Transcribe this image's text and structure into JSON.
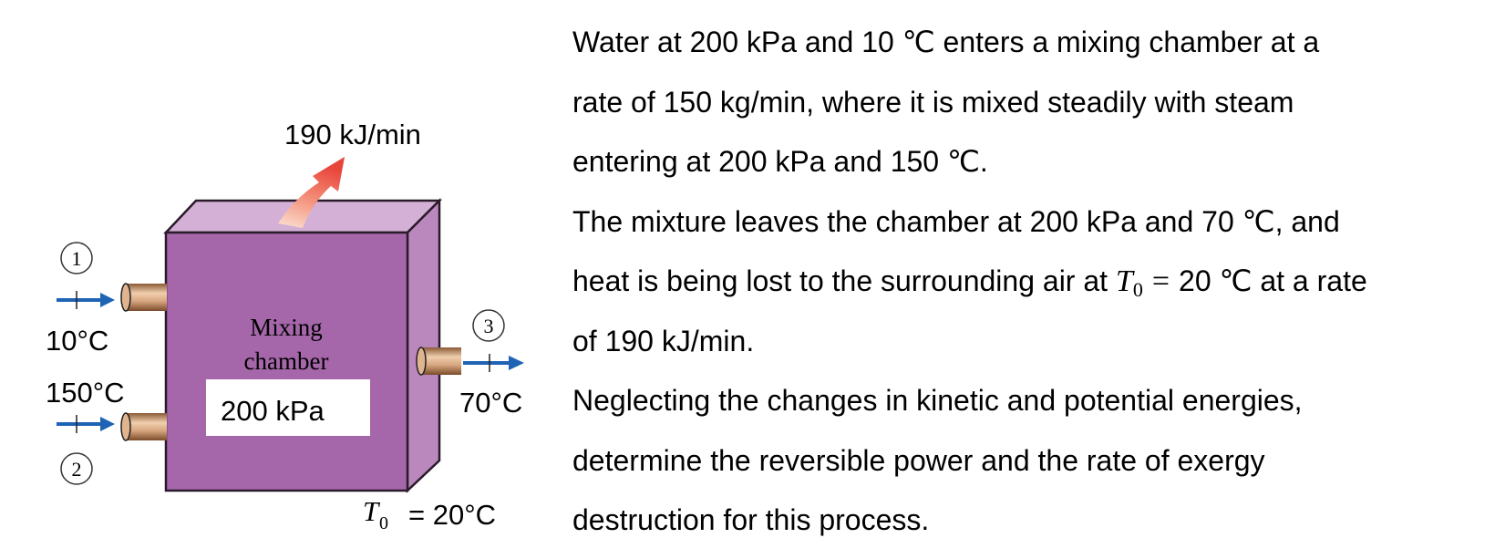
{
  "diagram": {
    "heat_rate": "190 kJ/min",
    "chamber_label_1": "Mixing",
    "chamber_label_2": "chamber",
    "pressure": "200 kPa",
    "inlet1": {
      "number": "1",
      "temperature": "10°C"
    },
    "inlet2": {
      "number": "2",
      "temperature": "150°C"
    },
    "outlet3": {
      "number": "3",
      "temperature": "70°C"
    },
    "ambient": {
      "symbol": "T",
      "subscript": "0",
      "value": "= 20°C"
    },
    "colors": {
      "chamber_front": "#a566aa",
      "chamber_top": "#d4b0d6",
      "chamber_side": "#bb88be",
      "flow_arrow": "#1f63b5",
      "heat_arrow": "#e8453b",
      "pipe": "#c8956e"
    }
  },
  "problem": {
    "line1": "Water at 200 kPa and 10 ℃ enters a mixing chamber at a",
    "line2": "rate of 150 kg/min, where it is mixed steadily with steam",
    "line3": "entering at 200 kPa and 150 ℃.",
    "line4": "The mixture leaves the chamber at 200 kPa and 70 ℃, and",
    "line5a": "heat is being lost to the surrounding air at ",
    "line5_symbol": "T",
    "line5_sub": "0",
    "line5_eq": "=",
    "line5b": "20 ℃ at a rate",
    "line6": "of 190 kJ/min.",
    "line7": "Neglecting the changes in kinetic and potential energies,",
    "line8": "determine the reversible power and the rate of exergy",
    "line9": "destruction for this process."
  }
}
